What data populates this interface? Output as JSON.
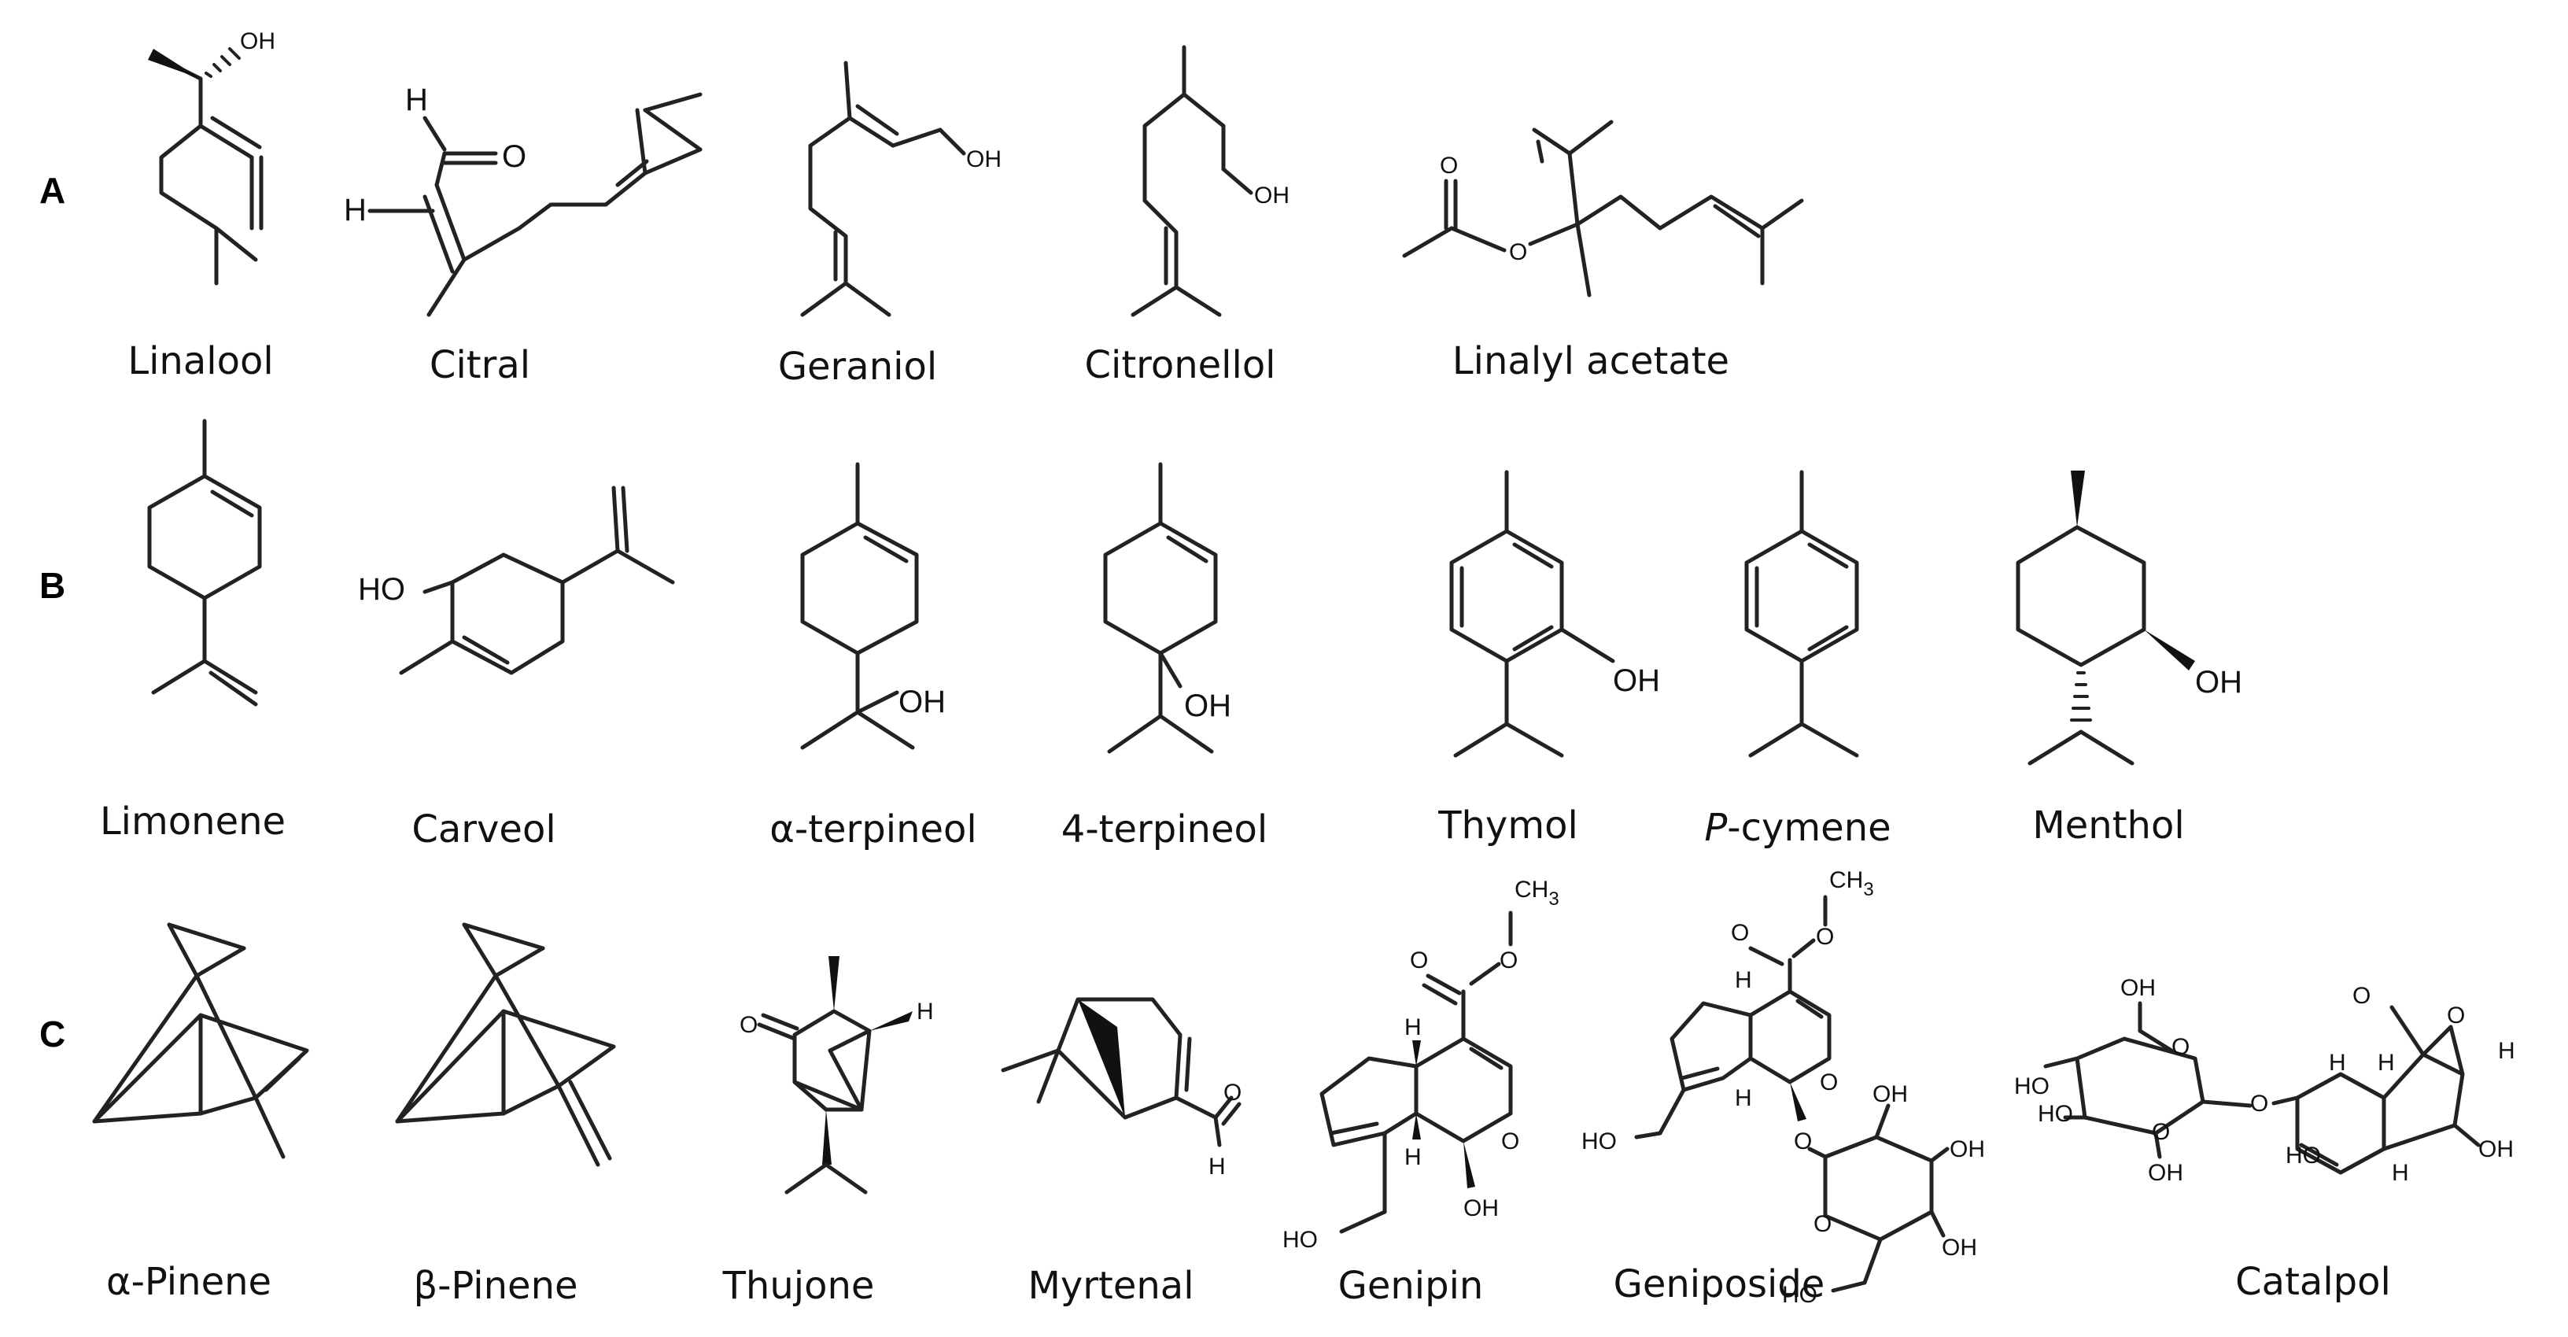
{
  "figure": {
    "rows": [
      {
        "label": "A",
        "compounds": [
          {
            "name": "Linalool",
            "atoms": [
              "OH"
            ]
          },
          {
            "name": "Citral",
            "atoms": [
              "H",
              "O",
              "H"
            ]
          },
          {
            "name": "Geraniol",
            "atoms": [
              "OH"
            ]
          },
          {
            "name": "Citronellol",
            "atoms": [
              "OH"
            ]
          },
          {
            "name": "Linalyl acetate",
            "atoms": [
              "O",
              "O"
            ]
          }
        ]
      },
      {
        "label": "B",
        "compounds": [
          {
            "name": "Limonene",
            "atoms": []
          },
          {
            "name": "Carveol",
            "atoms": [
              "HO"
            ]
          },
          {
            "name": "α-terpineol",
            "atoms": [
              "OH"
            ]
          },
          {
            "name": "4-terpineol",
            "atoms": [
              "OH"
            ]
          },
          {
            "name": "Thymol",
            "atoms": [
              "OH"
            ]
          },
          {
            "name_prefix": "P",
            "name_suffix": "-cymene",
            "atoms": []
          },
          {
            "name": "Menthol",
            "atoms": [
              "OH"
            ]
          }
        ]
      },
      {
        "label": "C",
        "compounds": [
          {
            "name": "α-Pinene",
            "atoms": []
          },
          {
            "name": "β-Pinene",
            "atoms": []
          },
          {
            "name": "Thujone",
            "atoms": [
              "O",
              "H"
            ]
          },
          {
            "name": "Myrtenal",
            "atoms": [
              "O",
              "H"
            ]
          },
          {
            "name": "Genipin",
            "atoms": [
              "CH",
              "3",
              "O",
              "O",
              "O",
              "H",
              "H",
              "HO",
              "OH"
            ]
          },
          {
            "name": "Geniposide",
            "atoms": [
              "CH",
              "3",
              "O",
              "O",
              "O",
              "H",
              "H",
              "HO",
              "O",
              "OH",
              "OH",
              "OH",
              "O",
              "HO"
            ]
          },
          {
            "name": "Catalpol",
            "atoms": [
              "OH",
              "O",
              "HO",
              "HO",
              "OH",
              "O",
              "HO",
              "O",
              "H",
              "O",
              "H",
              "H",
              "OH",
              "H",
              "O"
            ]
          }
        ]
      }
    ]
  }
}
